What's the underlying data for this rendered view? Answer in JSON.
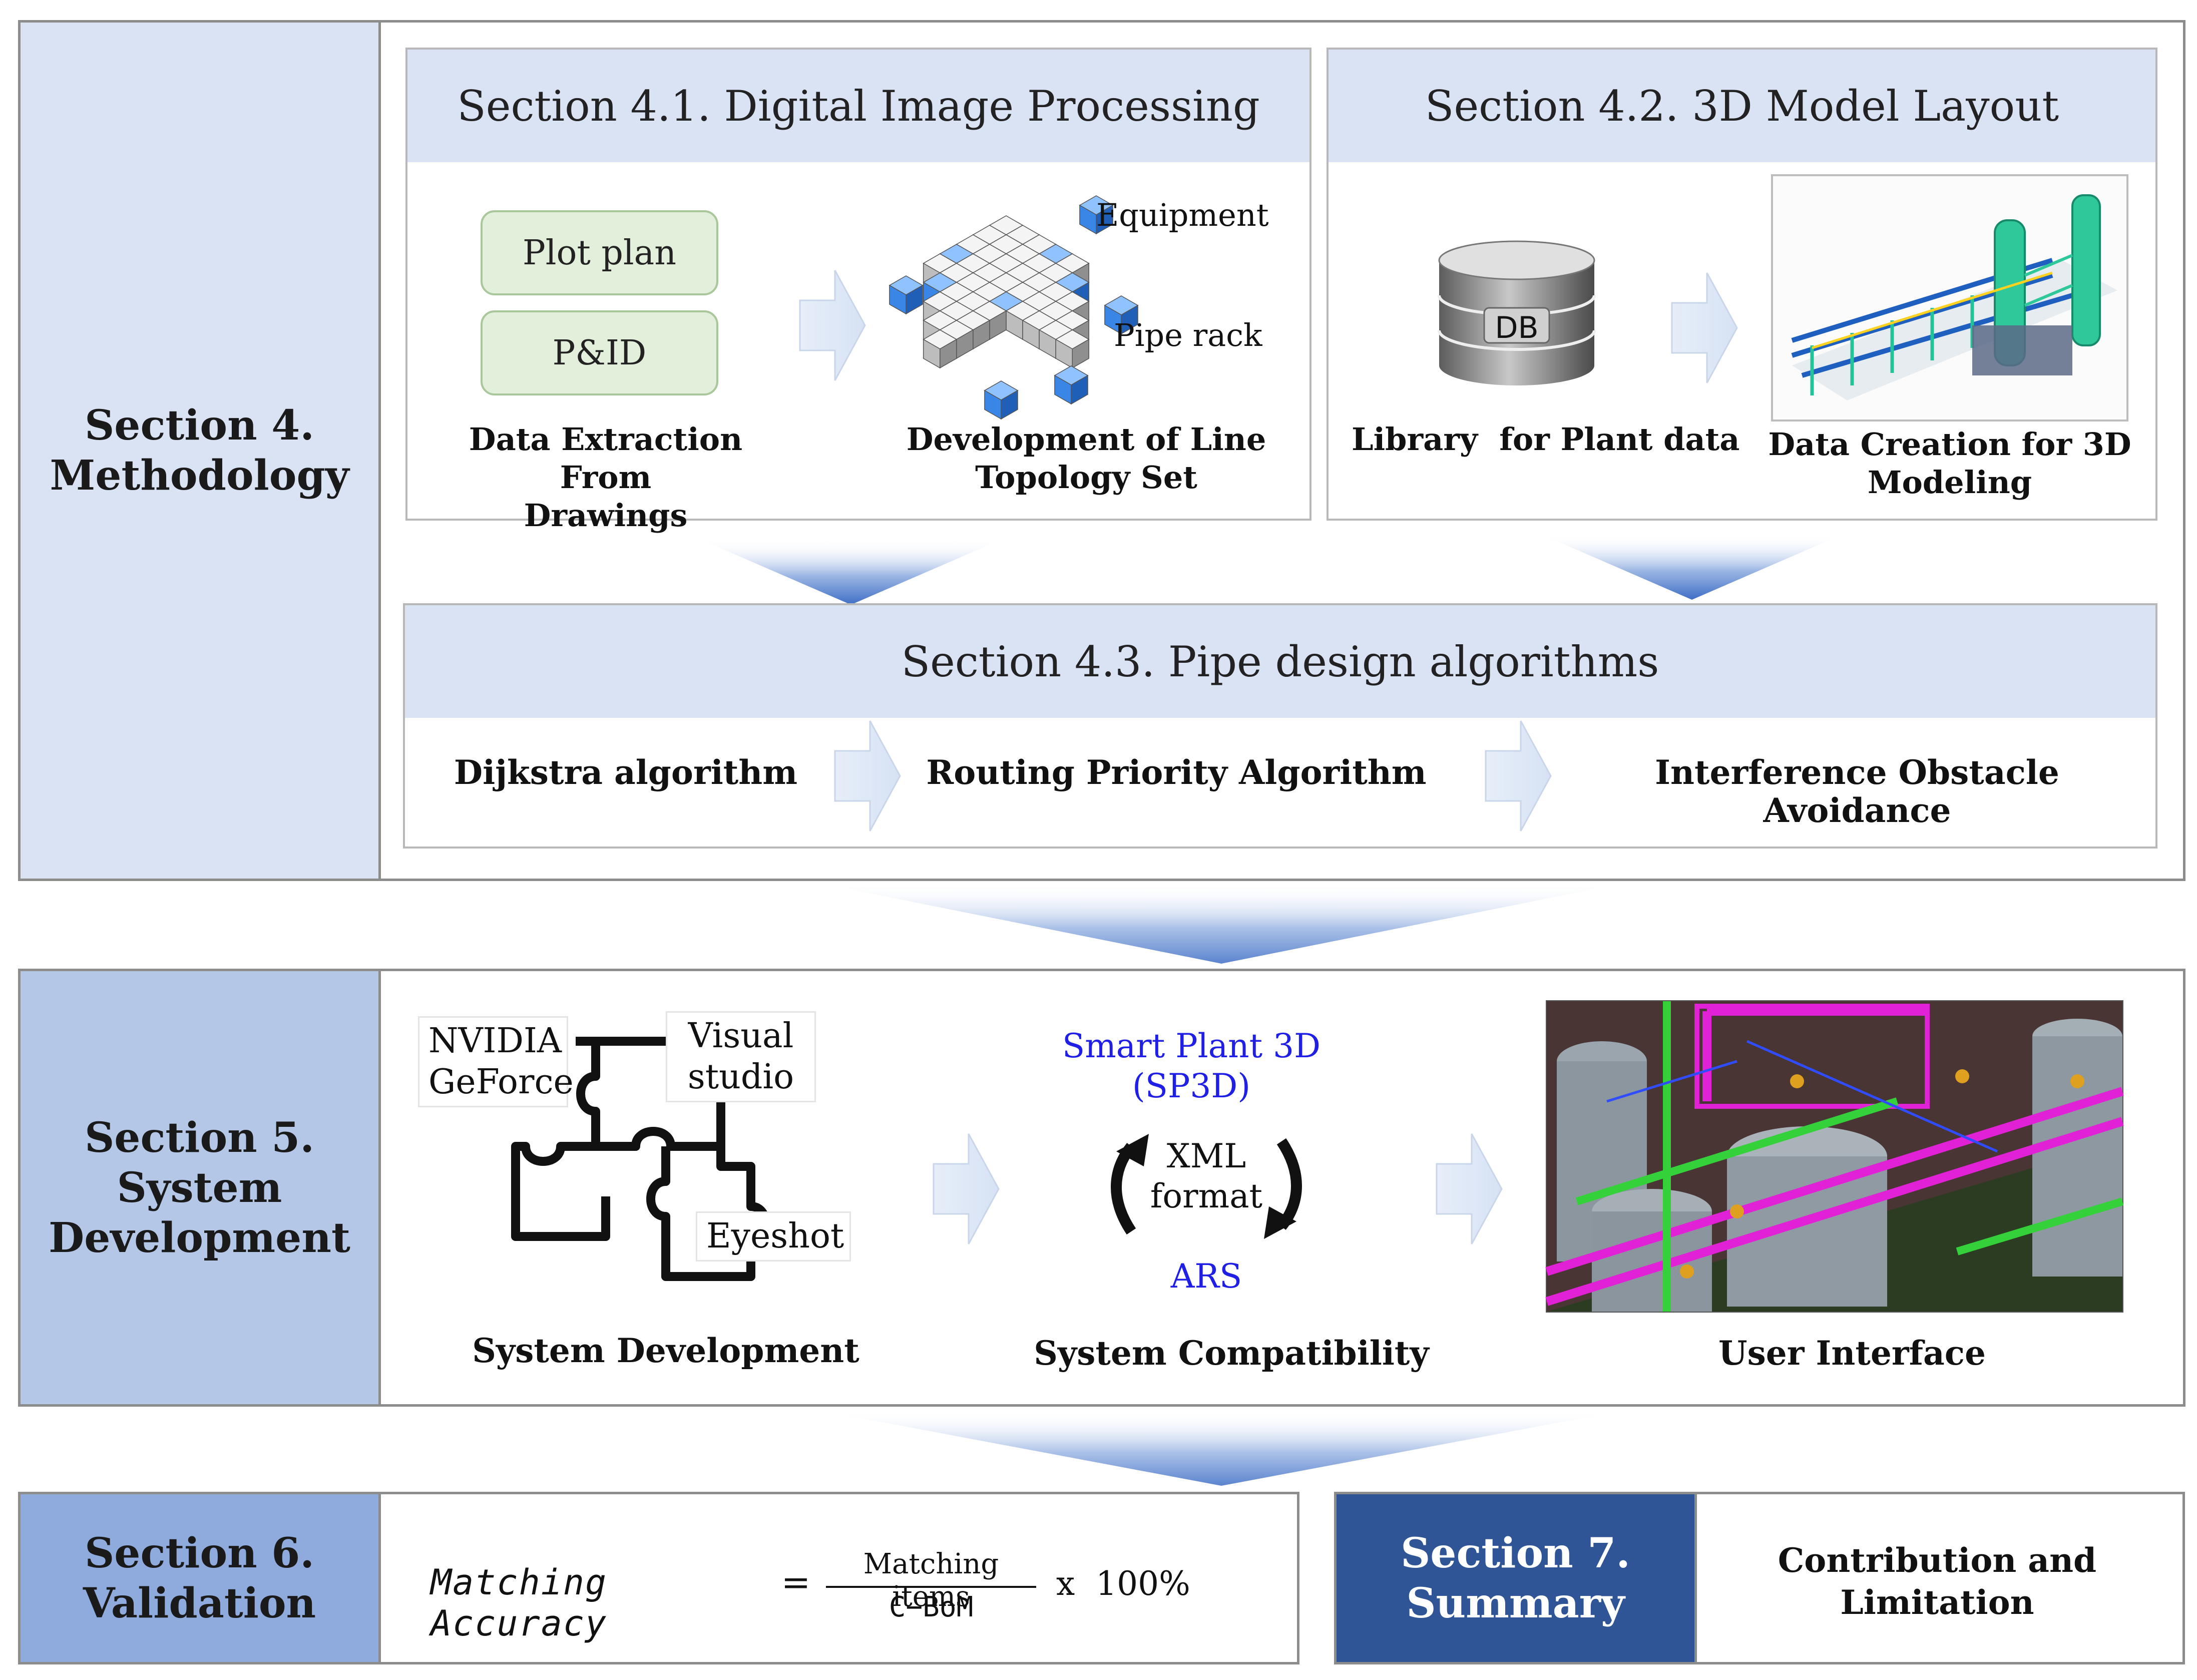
{
  "section4": {
    "title": "Section 4.\nMethodology",
    "s41": {
      "header": "Section 4.1. Digital Image Processing",
      "input_1": "Plot plan",
      "input_2": "P&ID",
      "label_equipment": "Equipment",
      "label_pipe_rack": "Pipe rack",
      "caption_left": "Data Extraction From\nDrawings",
      "caption_right": "Development of Line\nTopology Set"
    },
    "s42": {
      "header": "Section 4.2. 3D Model Layout",
      "db_label": "DB",
      "caption_left": "Library  for Plant data",
      "caption_right": "Data Creation for 3D\nModeling"
    },
    "s43": {
      "header": "Section 4.3. Pipe design algorithms",
      "step_1": "Dijkstra algorithm",
      "step_2": "Routing Priority Algorithm",
      "step_3": "Interference Obstacle Avoidance"
    }
  },
  "section5": {
    "title": "Section 5.\nSystem\nDevelopment",
    "tag_nvidia": "NVIDIA\nGeForce",
    "tag_visual_studio": "Visual\nstudio",
    "tag_eyeshot": "Eyeshot",
    "caption_system_development": "System Development",
    "sp3d": "Smart Plant 3D\n(SP3D)",
    "xml": "XML\nformat",
    "ars": "ARS",
    "caption_system_compatibility": "System Compatibility",
    "caption_user_interface": "User Interface"
  },
  "section6": {
    "title": "Section 6.\nValidation",
    "formula_lhs": "Matching Accuracy",
    "formula_eq": "=",
    "formula_numerator": "Matching items",
    "formula_denominator": "C−BoM",
    "formula_times": "x  100%"
  },
  "section7": {
    "title": "Section 7.\nSummary",
    "text": "Contribution and\nLimitation"
  },
  "colors": {
    "section4_side": "#dae3f3",
    "section5_side": "#b4c7e7",
    "section6_side": "#8faadc",
    "section7_side": "#2f5597",
    "header_fill": "#dae3f3",
    "arrow_blue": "#4472c4",
    "flow_arrow": "#deebf7",
    "blue_text": "#1f1fe6"
  }
}
